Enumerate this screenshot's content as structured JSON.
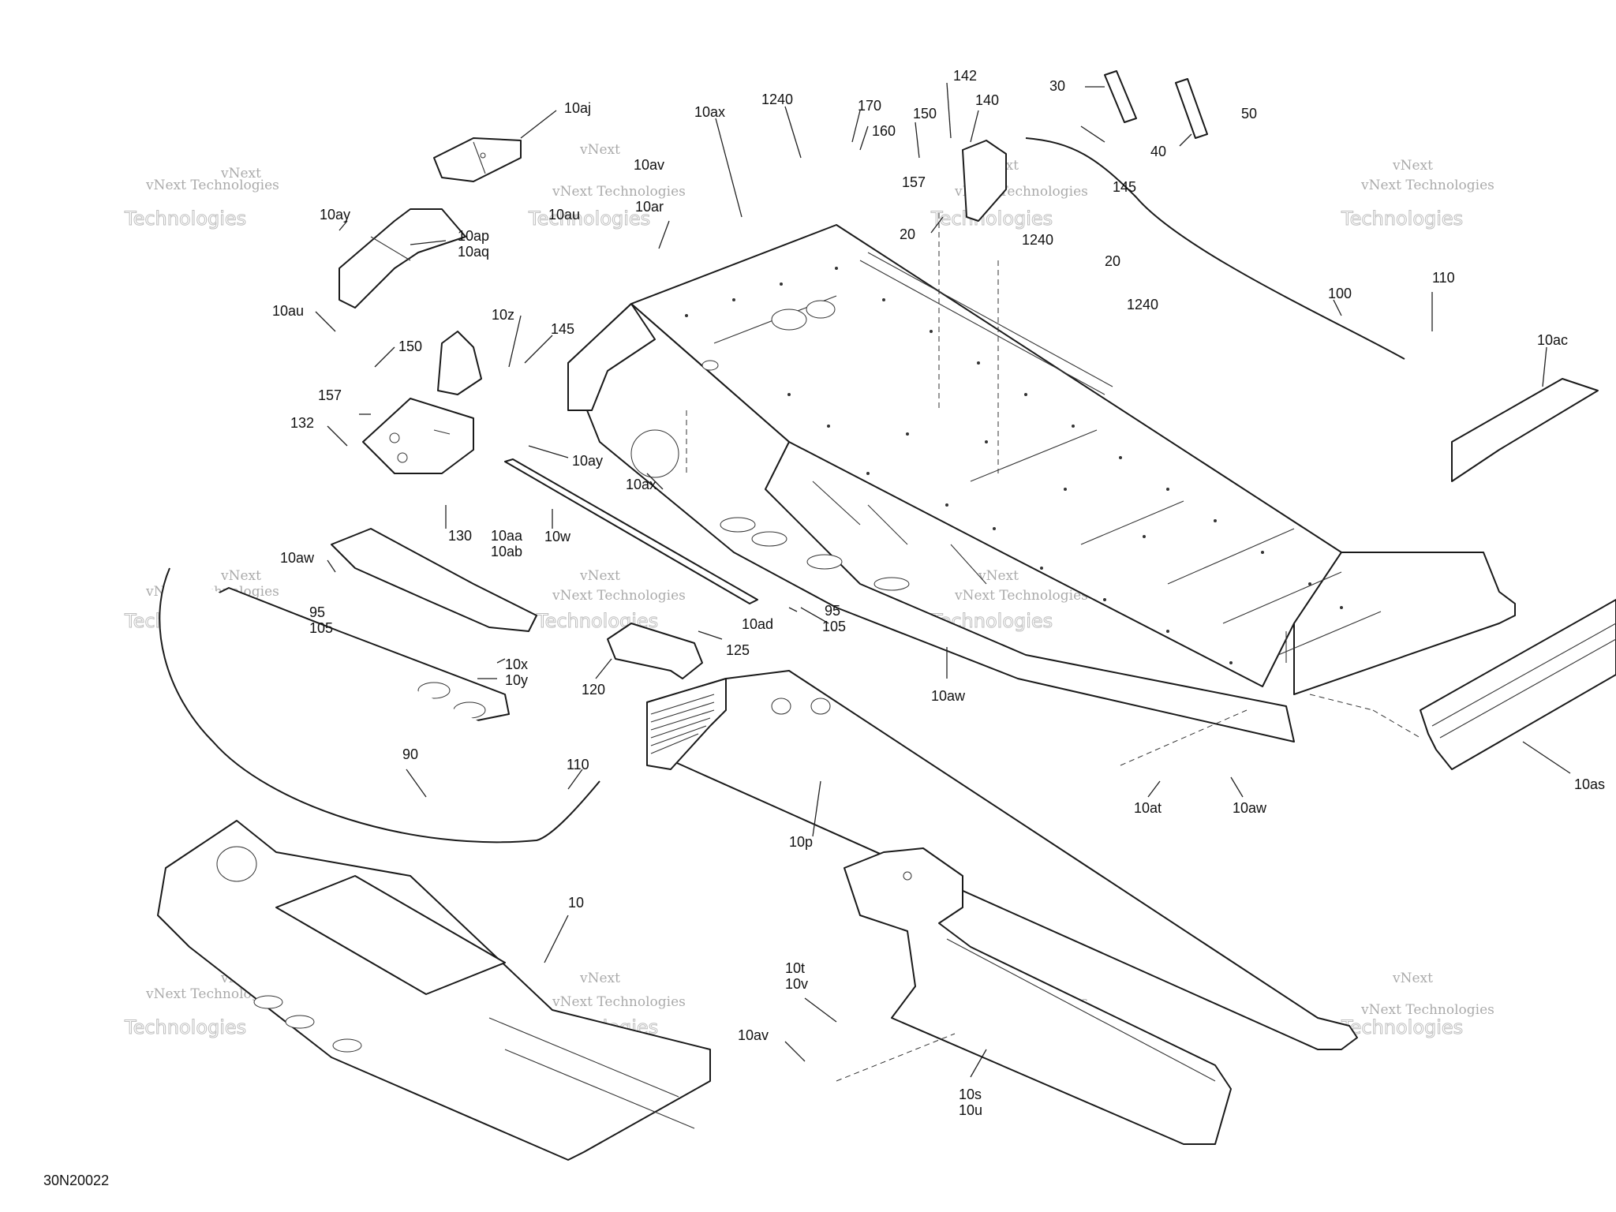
{
  "figure_code": "30N20022",
  "watermark": {
    "line1": "vNext Technologies",
    "line2": "Technologies",
    "small": "vNext"
  },
  "callouts": {
    "c10aj": "10aj",
    "c10ay_a": "10ay",
    "c10ap": "10ap",
    "c10aq": "10aq",
    "c10au": "10au",
    "c10z": "10z",
    "c145_a": "145",
    "c150_a": "150",
    "c157_a": "157",
    "c132": "132",
    "c10ay_b": "10ay",
    "c130": "130",
    "c10ax_a": "10ax",
    "c10w": "10w",
    "c10aa": "10aa",
    "c10ab": "10ab",
    "c10aw_a": "10aw",
    "c95_a": "95",
    "c105_a": "105",
    "c10x": "10x",
    "c10y": "10y",
    "c110_a": "110",
    "c90": "90",
    "c10ax_b": "10ax",
    "c1240_a": "1240",
    "c10av_a": "10av",
    "c10ar": "10ar",
    "c10au_b": "10au",
    "c170": "170",
    "c160": "160",
    "c150_b": "150",
    "c142": "142",
    "c140": "140",
    "c157_b": "157",
    "c20_a": "20",
    "c1240_b": "1240",
    "c20_b": "20",
    "c1240_c": "1240",
    "c30": "30",
    "c50": "50",
    "c40": "40",
    "c145_b": "145",
    "c110_b": "110",
    "c100": "100",
    "c10ac": "10ac",
    "c10ad": "10ad",
    "c95_b": "95",
    "c105_b": "105",
    "c125": "125",
    "c120": "120",
    "c10aw_b": "10aw",
    "c10at": "10at",
    "c10aw_c": "10aw",
    "c10as": "10as",
    "c10p": "10p",
    "c10": "10",
    "c10t": "10t",
    "c10v": "10v",
    "c10av_b": "10av",
    "c10s": "10s",
    "c10u": "10u"
  }
}
